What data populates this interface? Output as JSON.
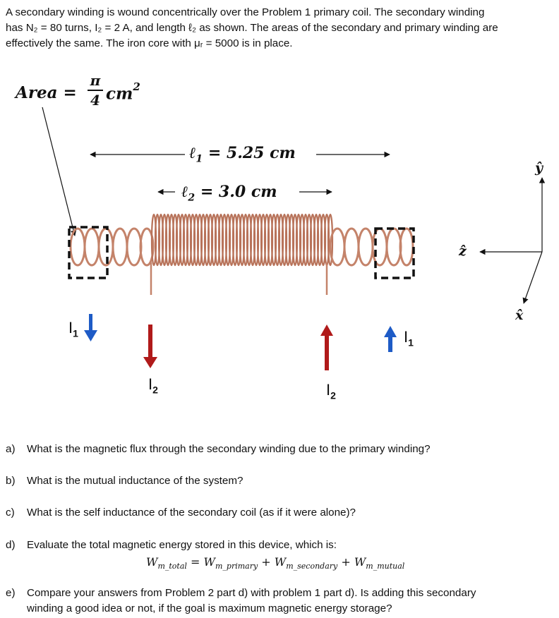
{
  "intro": {
    "line1": "A secondary winding is wound concentrically over the Problem 1 primary coil. The secondary winding",
    "line2": "has N₂ = 80 turns, I₂ = 2 A, and length ℓ₂ as shown. The areas of the secondary and primary winding are",
    "line3": "effectively the same. The iron core with μᵣ = 5000 is in place."
  },
  "figure": {
    "area_label": "Area =",
    "area_num": "π",
    "area_den": "4",
    "area_unit": "cm",
    "area_unit_exp": "2",
    "l1_label": "ℓ",
    "l1_sub": "1",
    "l1_value": " = 5.25 cm",
    "l2_label": "ℓ",
    "l2_sub": "2",
    "l2_value": " = 3.0 cm",
    "axis_y": "ŷ",
    "axis_z": "ẑ",
    "axis_x": "x̂",
    "current_i1": "I",
    "current_i1_sub": "1",
    "current_i2": "I",
    "current_i2_sub": "2"
  },
  "colors": {
    "primary_arrow": "#1e5bc6",
    "secondary_arrow": "#b01a1a",
    "wire": "#c4836a"
  },
  "questions": {
    "a_tag": "a)",
    "a_line1": "What is the magnetic flux through the secondary winding due to the primary winding?",
    "b_tag": "b)",
    "b_line1": "What is the mutual inductance of the system?",
    "c_tag": "c)",
    "c_line1": "What is the self inductance of the secondary coil (as if it were alone)?",
    "d_tag": "d)",
    "d_line1": "Evaluate the total magnetic energy stored in this device, which is:",
    "e_tag": "e)",
    "e_line1": "Compare your answers from Problem 2 part d) with problem 1 part d).  Is adding this secondary",
    "e_line2": "winding a good idea or not, if the goal is maximum magnetic energy storage?"
  },
  "equation": {
    "w": "W",
    "total_sub": "m_total",
    "eq": " = ",
    "primary_sub": "m_primary",
    "plus": " + ",
    "secondary_sub": "m_secondary",
    "mutual_sub": "m_mutual"
  }
}
